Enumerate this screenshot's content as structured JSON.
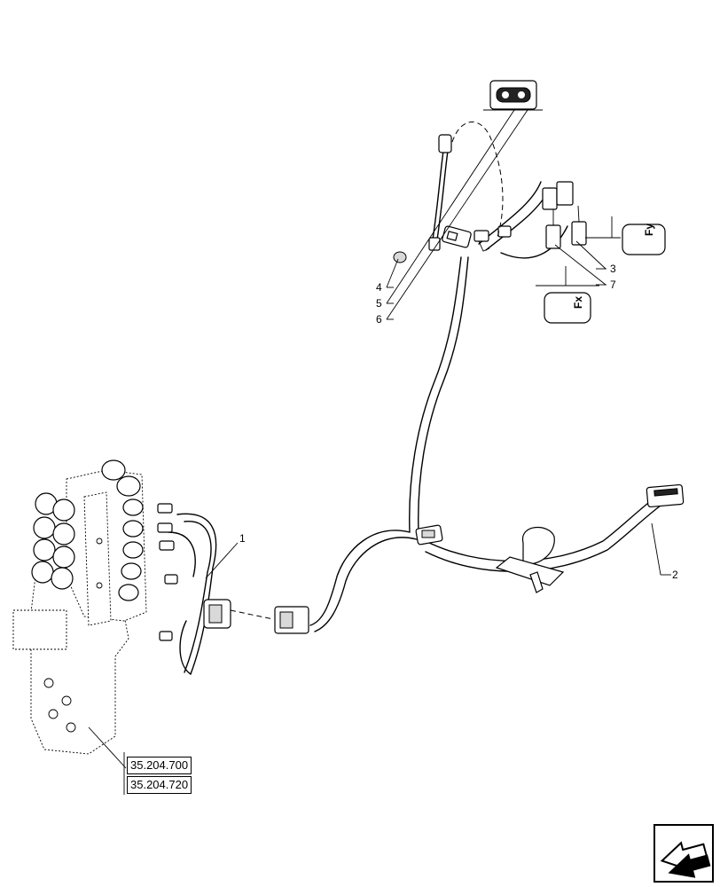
{
  "callouts": [
    "1",
    "2",
    "3",
    "4",
    "5",
    "6",
    "7"
  ],
  "symbols": {
    "fx": "Fx",
    "fy": "Fy"
  },
  "references": [
    "35.204.700",
    "35.204.720"
  ],
  "icons": {
    "switch": "rocker-switch-icon",
    "nav": "navigation-arrow-icon"
  }
}
